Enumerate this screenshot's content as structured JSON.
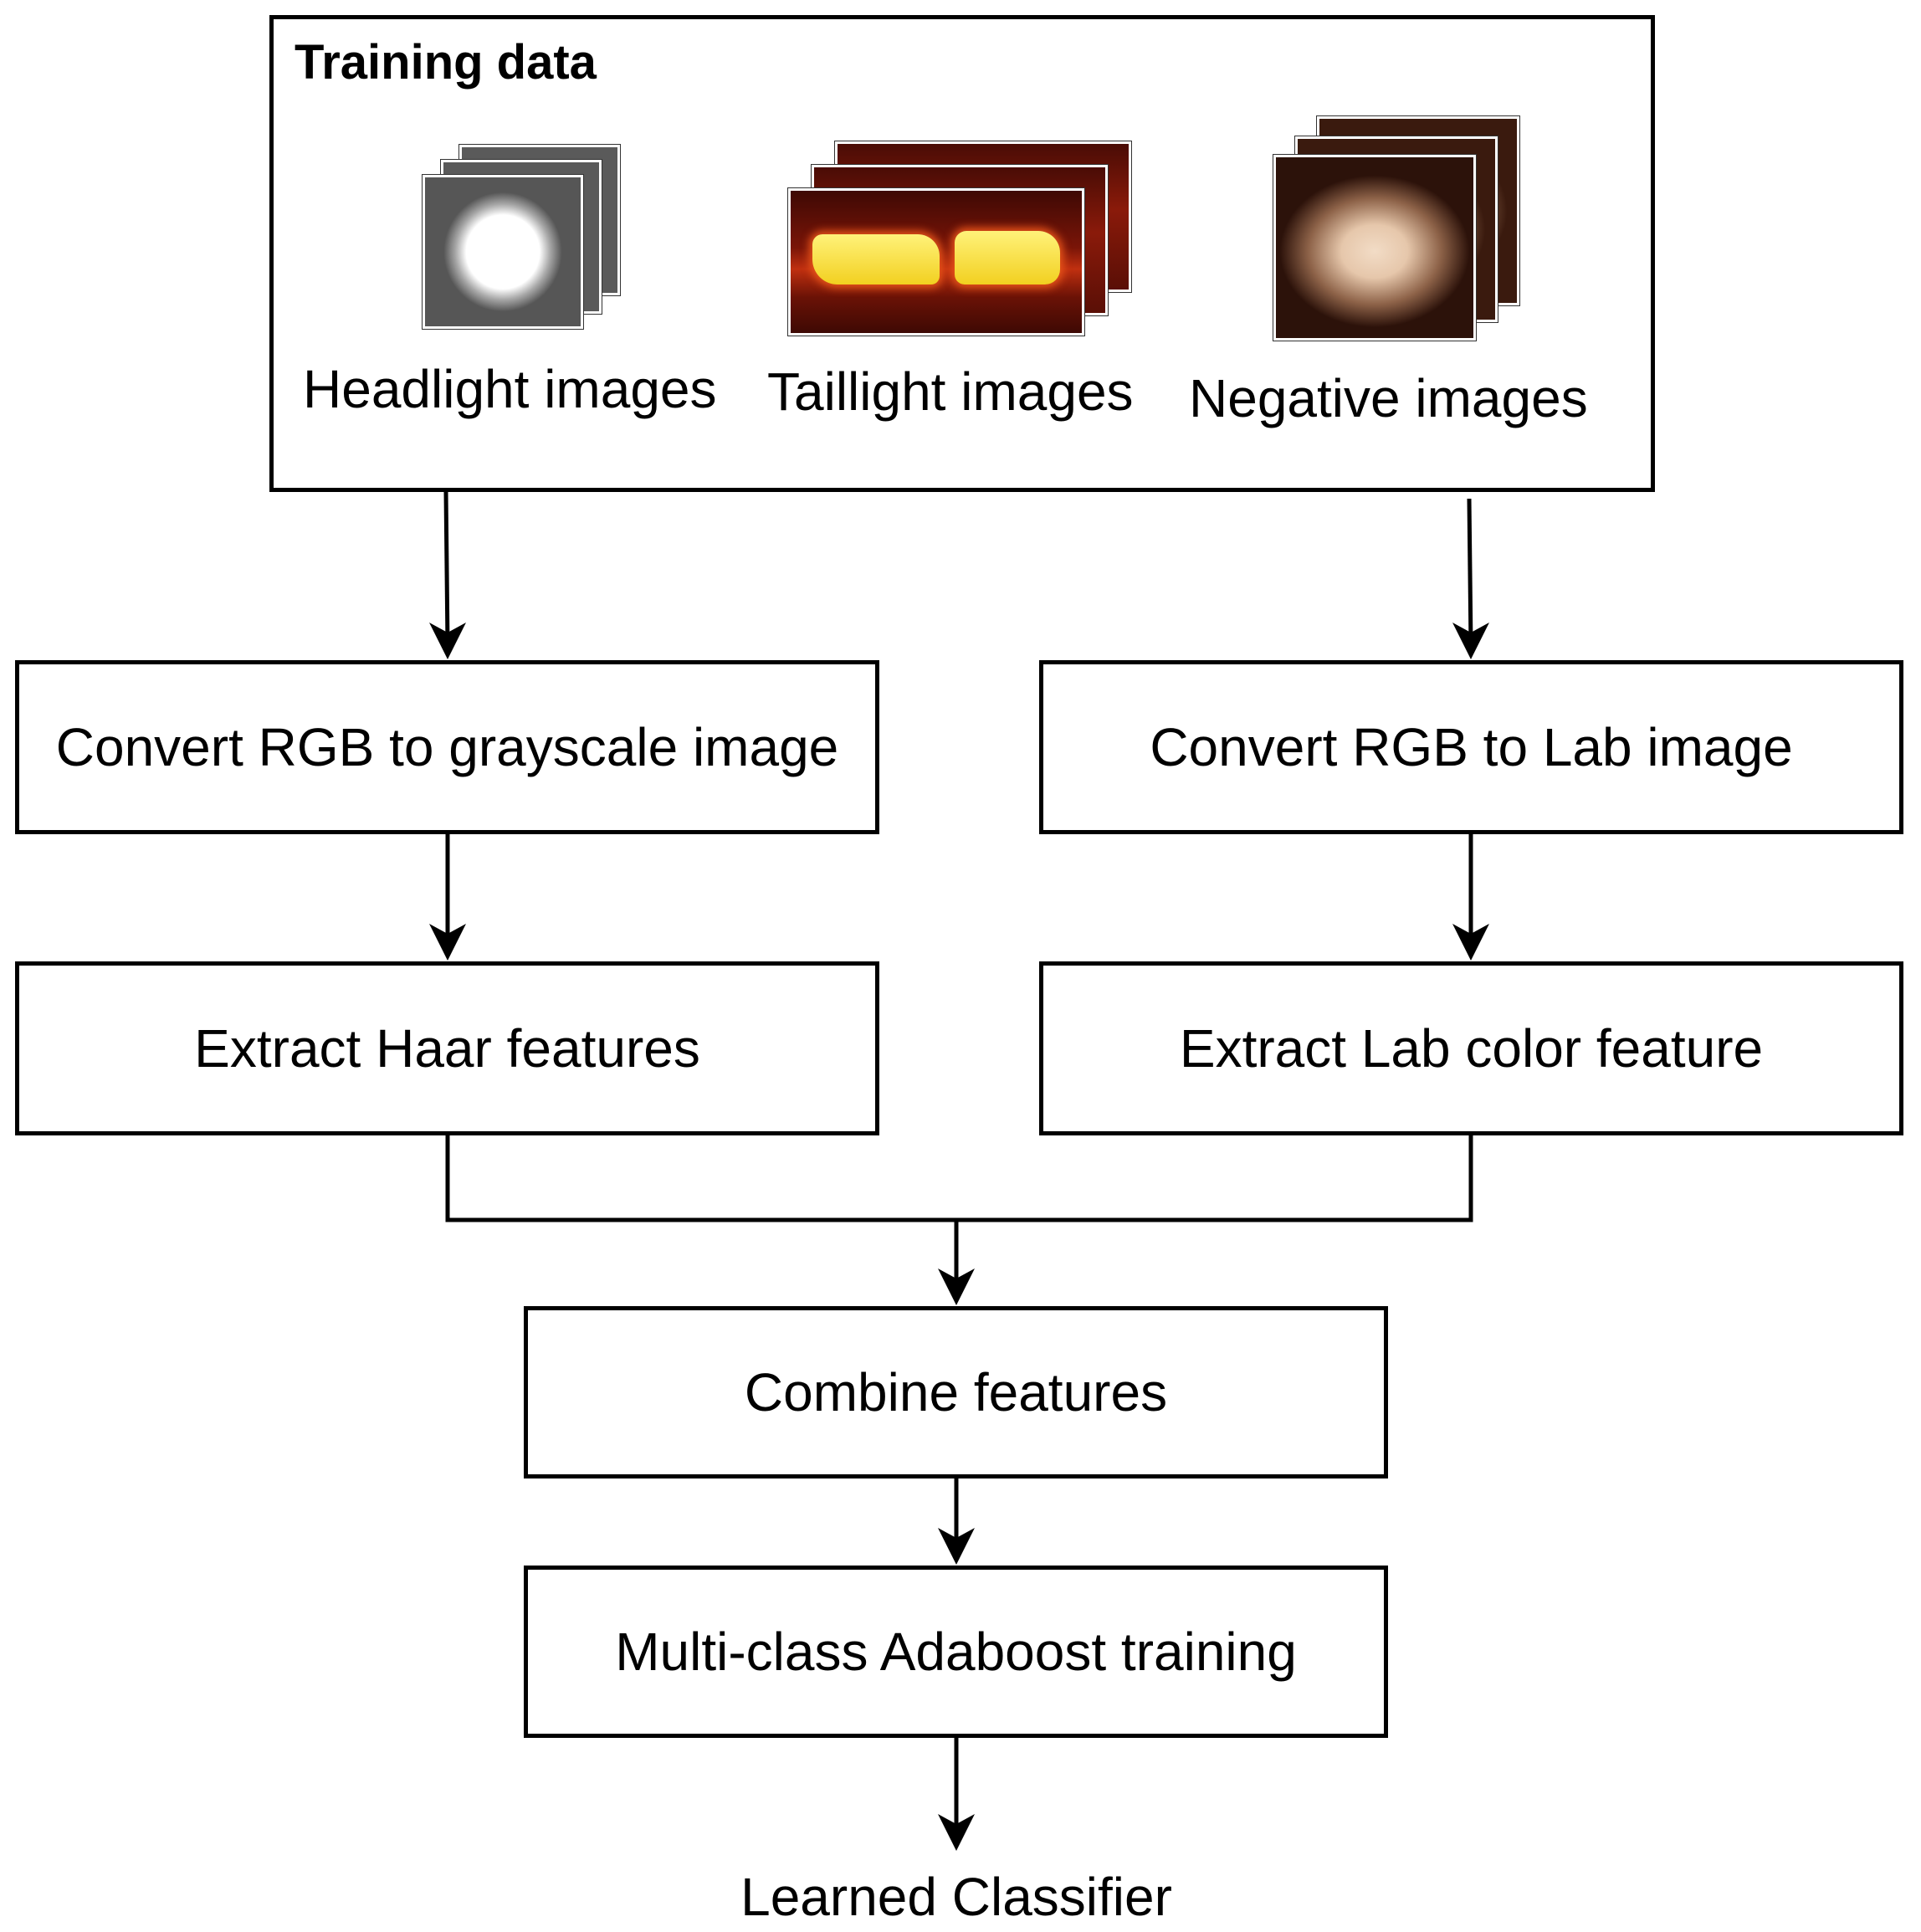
{
  "training_data": {
    "title": "Training data",
    "groups": [
      {
        "label": "Headlight images",
        "icon": "headlight-image-icon"
      },
      {
        "label": "Taillight images",
        "icon": "taillight-image-icon"
      },
      {
        "label": "Negative images",
        "icon": "negative-image-icon"
      }
    ]
  },
  "steps": {
    "gray": "Convert RGB to grayscale image",
    "lab": "Convert RGB to Lab image",
    "haar": "Extract Haar features",
    "labcolor": "Extract Lab color feature",
    "combine": "Combine features",
    "adaboost": "Multi-class Adaboost training"
  },
  "output": "Learned Classifier"
}
